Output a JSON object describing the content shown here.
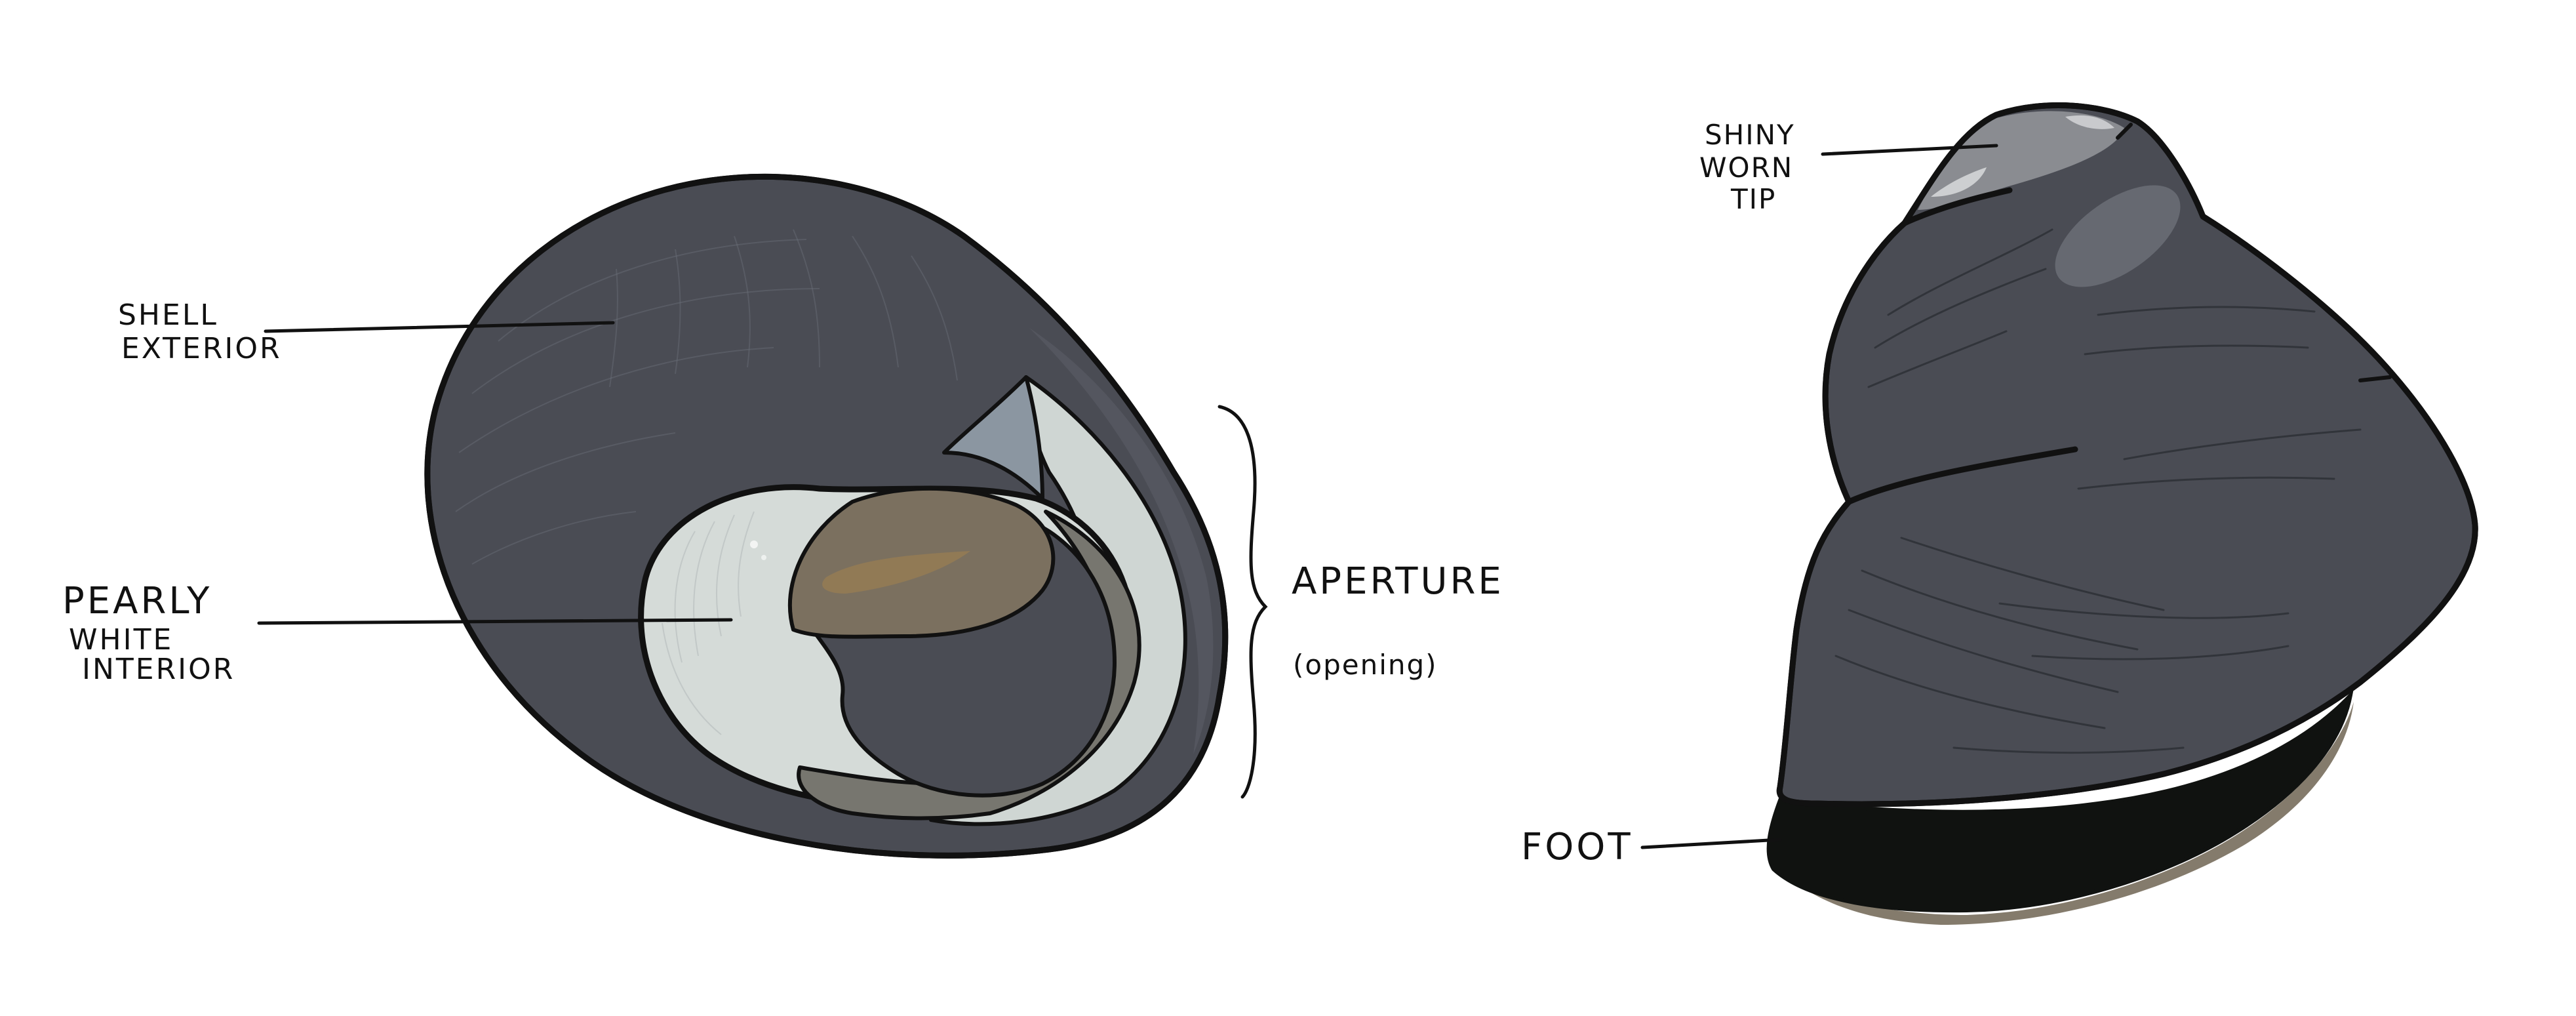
{
  "colors": {
    "shell": "#4a4c54",
    "shell_dark": "#3f4148",
    "pearly_interior": "#d5dbd8",
    "operculum": "#7b705f",
    "operculum_highlight": "#a0804f",
    "inner_lip": "#77766f",
    "lip_notch": "#8b96a1",
    "foot": "#101210",
    "foot_shadow": "#6f6452",
    "worn_tip": "#8a8c91",
    "outline": "#111111"
  },
  "left_figure": {
    "labels": {
      "shell_exterior": [
        "SHELL",
        "EXTERIOR"
      ],
      "pearly_white_interior": [
        "PEARLY",
        "WHITE",
        "INTERIOR"
      ],
      "aperture": "APERTURE",
      "aperture_note": "(opening)"
    }
  },
  "right_figure": {
    "labels": {
      "shiny_worn_tip": [
        "SHINY",
        "WORN",
        "TIP"
      ],
      "foot": "FOOT"
    }
  }
}
